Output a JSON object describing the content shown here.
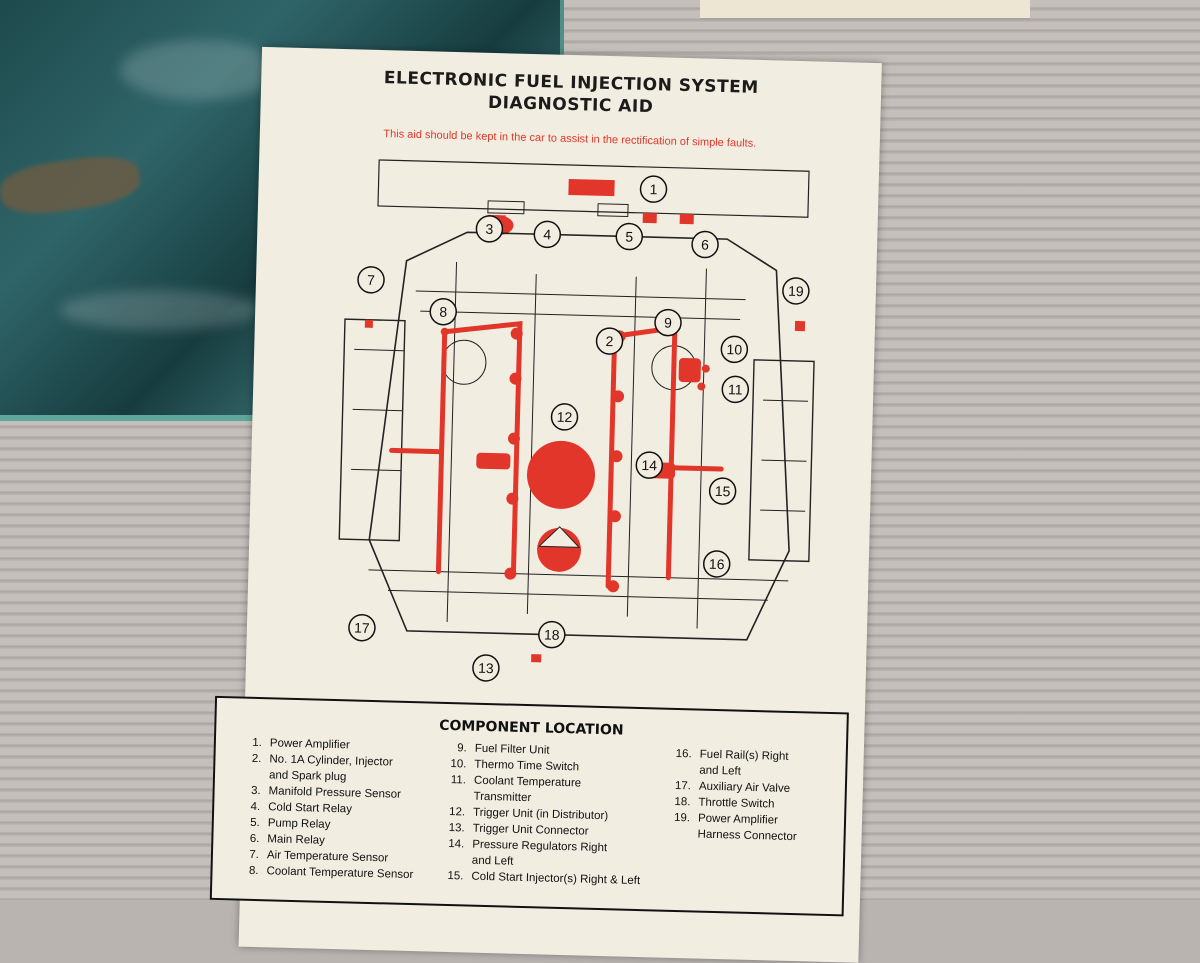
{
  "card": {
    "title_line1": "ELECTRONIC FUEL INJECTION SYSTEM",
    "title_line2": "DIAGNOSTIC AID",
    "subtitle": "This aid should be kept in the car to assist in the rectification of simple faults."
  },
  "callouts": [
    "1",
    "2",
    "3",
    "4",
    "5",
    "6",
    "7",
    "8",
    "9",
    "10",
    "11",
    "12",
    "13",
    "14",
    "15",
    "16",
    "17",
    "18",
    "19"
  ],
  "legend": {
    "title": "COMPONENT LOCATION",
    "columns": [
      [
        {
          "num": "1.",
          "text": "Power Amplifier"
        },
        {
          "num": "2.",
          "text": "No. 1A Cylinder, Injector\nand Spark plug"
        },
        {
          "num": "3.",
          "text": "Manifold Pressure Sensor"
        },
        {
          "num": "4.",
          "text": "Cold Start Relay"
        },
        {
          "num": "5.",
          "text": "Pump Relay"
        },
        {
          "num": "6.",
          "text": "Main Relay"
        },
        {
          "num": "7.",
          "text": "Air Temperature Sensor"
        },
        {
          "num": "8.",
          "text": "Coolant Temperature Sensor"
        }
      ],
      [
        {
          "num": "9.",
          "text": "Fuel Filter Unit"
        },
        {
          "num": "10.",
          "text": "Thermo Time Switch"
        },
        {
          "num": "11.",
          "text": "Coolant Temperature\nTransmitter"
        },
        {
          "num": "12.",
          "text": "Trigger Unit (in Distributor)"
        },
        {
          "num": "13.",
          "text": "Trigger Unit Connector"
        },
        {
          "num": "14.",
          "text": "Pressure Regulators Right\nand Left"
        },
        {
          "num": "15.",
          "text": "Cold Start Injector(s) Right & Left"
        }
      ],
      [
        {
          "num": "16.",
          "text": "Fuel Rail(s) Right\nand Left"
        },
        {
          "num": "17.",
          "text": "Auxiliary Air Valve"
        },
        {
          "num": "18.",
          "text": "Throttle Switch"
        },
        {
          "num": "19.",
          "text": "Power Amplifier\nHarness Connector"
        }
      ]
    ]
  },
  "colors": {
    "accent_red": "#e2362b",
    "ink": "#1b1b1b",
    "paper": "#f1ede1",
    "bag": "#2f6568"
  }
}
